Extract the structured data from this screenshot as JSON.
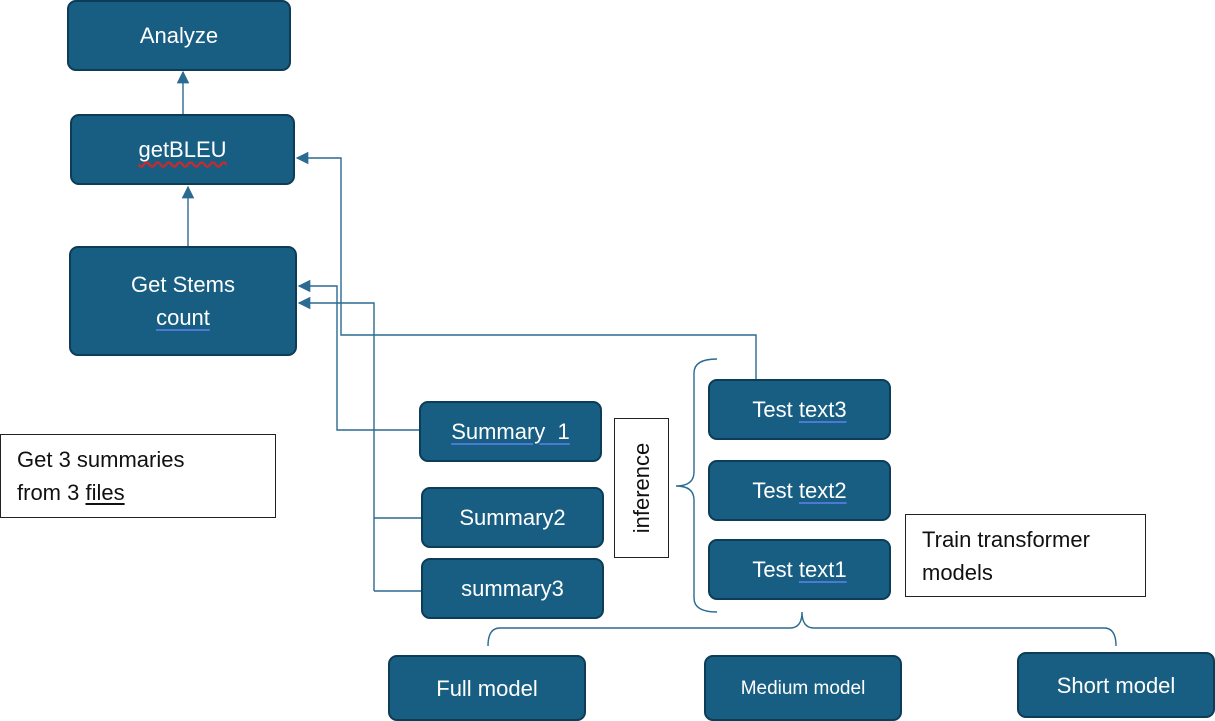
{
  "nodes": {
    "analyze": "Analyze",
    "getbleu": "getBLEU",
    "get_stems_line1": "Get Stems",
    "get_stems_line2": "count",
    "summary1_word": "Summary",
    "summary1_num": "1",
    "summary2": "Summary2",
    "summary3": "summary3",
    "test_text3_a": "Test",
    "test_text3_b": "text3",
    "test_text2_a": "Test",
    "test_text2_b": "text2",
    "test_text1_a": "Test",
    "test_text1_b": "text1",
    "full_model": "Full model",
    "medium_model": "Medium model",
    "short_model": "Short model"
  },
  "notes": {
    "summaries_line1": "Get 3 summaries",
    "summaries_line2_a": "from 3",
    "summaries_line2_b": "files",
    "train_line1": "Train transformer",
    "train_line2": "models",
    "inference": "inference"
  },
  "colors": {
    "node_fill": "#185e82",
    "node_border": "#0c3c56",
    "connector": "#2b6a91"
  }
}
